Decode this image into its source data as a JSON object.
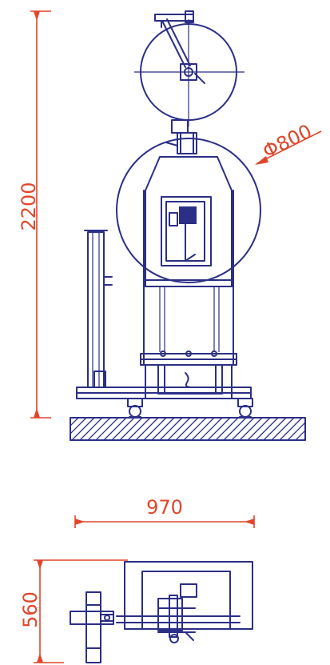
{
  "dimensions": {
    "height": "2200",
    "wheel_diameter": "Φ800",
    "width": "970",
    "depth": "560"
  },
  "colors": {
    "machine_lines": "#2b2f86",
    "dimension_lines": "#e2452a",
    "background": "#ffffff"
  }
}
